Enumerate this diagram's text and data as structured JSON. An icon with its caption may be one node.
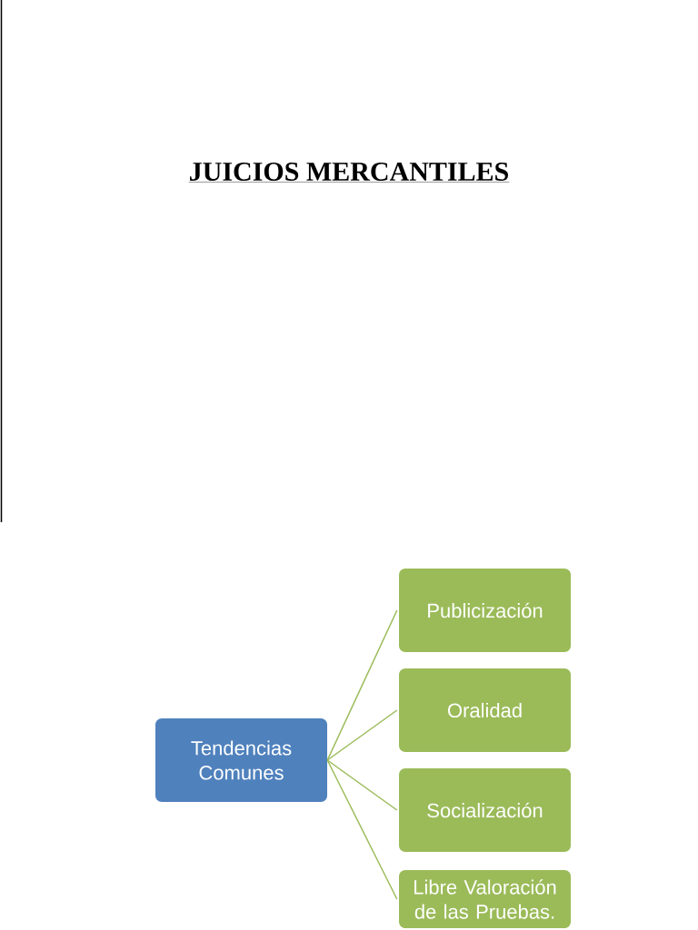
{
  "diagram": {
    "title": "JUICIOS  MERCANTILES",
    "nodes": [
      {
        "text": [
          "Tendencias Comunes"
        ]
      },
      {
        "text": [
          "Publicización"
        ]
      },
      {
        "text": [
          "Oralidad"
        ]
      },
      {
        "text": [
          "Socialización"
        ]
      },
      {
        "text": [
          "Libre Valoración de las Pruebas."
        ]
      }
    ],
    "edges": [
      {
        "from": 0,
        "to": 1,
        "arrow": "none"
      },
      {
        "from": 0,
        "to": 2,
        "arrow": "none"
      },
      {
        "from": 0,
        "to": 3,
        "arrow": "none"
      },
      {
        "from": 0,
        "to": 4,
        "arrow": "none"
      }
    ]
  }
}
